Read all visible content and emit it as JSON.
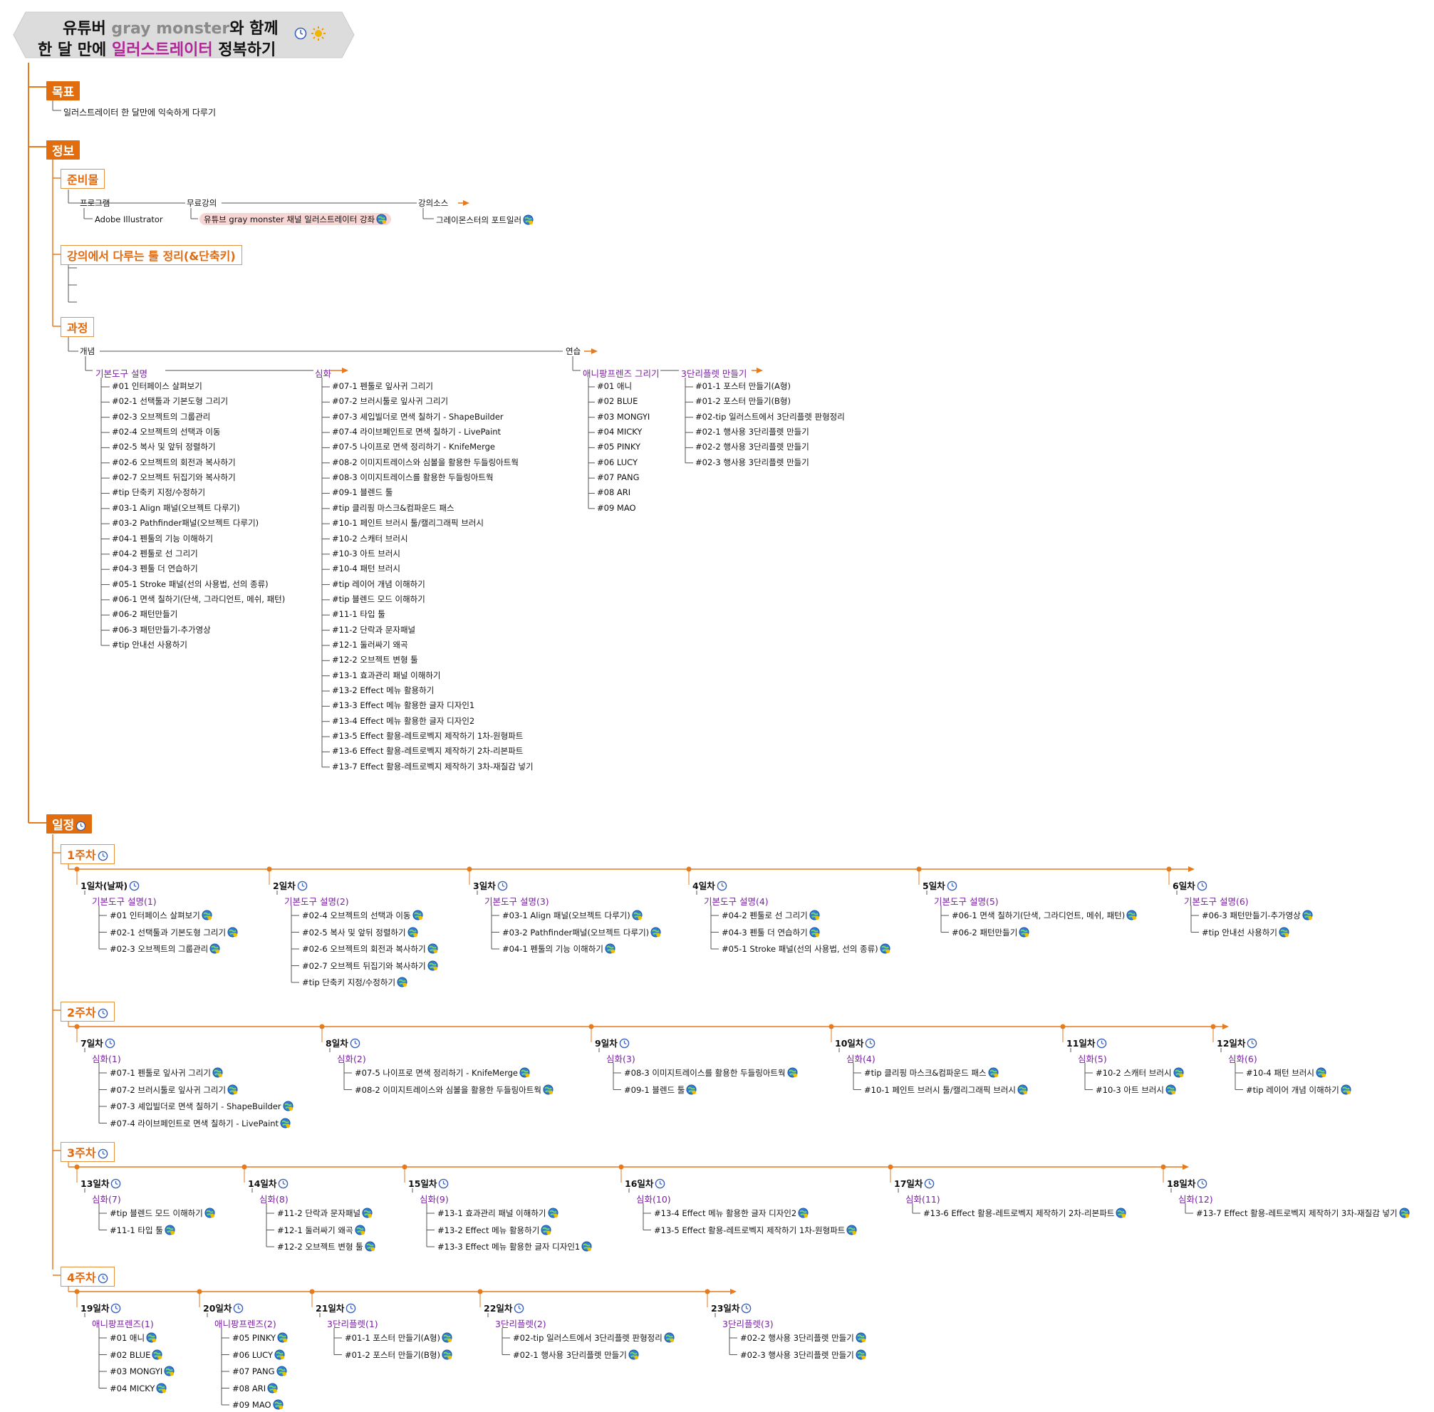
{
  "title": {
    "line1_a": "유튜버 ",
    "line1_b": "gray monster",
    "line1_c": "와 함께",
    "line2_a": "한 달 만에 ",
    "line2_b": "일러스트레이터",
    "line2_c": " 정복하기"
  },
  "goal": {
    "label": "목표",
    "text": "일러스트레이터 한 달만에 익숙하게 다루기"
  },
  "info": {
    "label": "정보",
    "prep": {
      "label": "준비물",
      "program": "프로그램",
      "program_value": "Adobe Illustrator",
      "free_lecture": "무료강의",
      "lecture_value": "유튜브 gray monster 채널 일러스트레이터 강좌",
      "source": "강의소스",
      "source_value": "그레이몬스터의 포트일러"
    },
    "tools": {
      "label": "강의에서 다루는 툴 정리(&단축키)"
    },
    "course": {
      "label": "과정",
      "concept": "개념",
      "practice": "연습",
      "basic": {
        "label": "기본도구 설명",
        "items": [
          "#01 인터페이스 살펴보기",
          "#02-1 선택툴과 기본도형 그리기",
          "#02-3 오브젝트의 그룹관리",
          "#02-4 오브젝트의 선택과 이동",
          "#02-5 복사 및 앞뒤 정렬하기",
          "#02-6 오브젝트의 회전과 복사하기",
          "#02-7 오브젝트 뒤집기와 복사하기",
          "#tip 단축키 지정/수정하기",
          "#03-1 Align 패널(오브젝트 다루기)",
          "#03-2 Pathfinder패널(오브젝트 다루기)",
          "#04-1 펜툴의 기능 이해하기",
          "#04-2 펜툴로 선 그리기",
          "#04-3 펜툴 더 연습하기",
          "#05-1 Stroke 패널(선의 사용법, 선의 종류)",
          "#06-1 면색 칠하기(단색, 그라디언트, 메쉬, 패턴)",
          "#06-2 패턴만들기",
          "#06-3 패턴만들기-추가영상",
          "#tip 안내선 사용하기"
        ]
      },
      "advanced": {
        "label": "심화",
        "items": [
          "#07-1 펜툴로 잎사귀 그리기",
          "#07-2 브러시툴로 잎사귀 그리기",
          "#07-3 셰입빌더로 면색 칠하기 - ShapeBuilder",
          "#07-4 라이브페인트로 면색 칠하기 - LivePaint",
          "#07-5 나이프로 면색 정리하기 - KnifeMerge",
          "#08-2 이미지트레이스와 심볼을 활용한 두들링아트웍",
          "#08-3 이미지트레이스를 활용한 두들링아트웍",
          "#09-1 블렌드 툴",
          "#tip 클리핑 마스크&컴파운드 패스",
          "#10-1 페인트 브러시 툴/캘리그래픽 브러시",
          "#10-2 스캐터 브러시",
          "#10-3 아트 브러시",
          "#10-4 패턴 브러시",
          "#tip 레이어 개념 이해하기",
          "#tip 블렌드 모드 이해하기",
          "#11-1 타입 툴",
          "#11-2 단락과 문자패널",
          "#12-1 둘러싸기 왜곡",
          "#12-2 오브젝트 변형 툴",
          "#13-1 효과관리 패널 이해하기",
          "#13-2 Effect 메뉴 활용하기",
          "#13-3 Effect 메뉴 활용한 글자 디자인1",
          "#13-4 Effect 메뉴 활용한 글자 디자인2",
          "#13-5 Effect 활용-레트로벡지 제작하기 1차-원형파트",
          "#13-6 Effect 활용-레트로벡지 제작하기 2차-리본파트",
          "#13-7 Effect 활용-레트로벡지 제작하기 3차-재질감 넣기"
        ]
      },
      "animal": {
        "label": "애니팡프렌즈 그리기",
        "items": [
          "#01 애니",
          "#02 BLUE",
          "#03 MONGYI",
          "#04 MICKY",
          "#05 PINKY",
          "#06 LUCY",
          "#07 PANG",
          "#08 ARI",
          "#09 MAO"
        ]
      },
      "palette": {
        "label": "3단리플렛 만들기",
        "items": [
          "#01-1 포스터 만들기(A형)",
          "#01-2 포스터 만들기(B형)",
          "#02-tip 일러스트에서 3단리플렛 판형정리",
          "#02-1 행사용 3단리플렛 만들기",
          "#02-2 행사용 3단리플렛 만들기",
          "#02-3 행사용 3단리플렛 만들기"
        ]
      }
    }
  },
  "schedule": {
    "label": "일정",
    "weeks": [
      {
        "label": "1주차",
        "days": [
          {
            "day": "1일차(날짜)",
            "cat": "기본도구 설명(1)",
            "items": [
              "#01 인터페이스 살펴보기",
              "#02-1 선택툴과 기본도형 그리기",
              "#02-3 오브젝트의 그룹관리"
            ]
          },
          {
            "day": "2일차",
            "cat": "기본도구 설명(2)",
            "items": [
              "#02-4 오브젝트의 선택과 이동",
              "#02-5 복사 및 앞뒤 정렬하기",
              "#02-6 오브젝트의 회전과 복사하기",
              "#02-7 오브젝트 뒤집기와 복사하기",
              "#tip 단축키 지정/수정하기"
            ]
          },
          {
            "day": "3일차",
            "cat": "기본도구 설명(3)",
            "items": [
              "#03-1 Align 패널(오브젝트 다루기)",
              "#03-2 Pathfinder패널(오브젝트 다루기)",
              "#04-1 펜툴의 기능 이해하기"
            ]
          },
          {
            "day": "4일차",
            "cat": "기본도구 설명(4)",
            "items": [
              "#04-2 펜툴로 선 그리기",
              "#04-3 펜툴 더 연습하기",
              "#05-1 Stroke 패널(선의 사용법, 선의 종류)"
            ]
          },
          {
            "day": "5일차",
            "cat": "기본도구 설명(5)",
            "items": [
              "#06-1 면색 칠하기(단색, 그라디언트, 메쉬, 패턴)",
              "#06-2 패턴만들기"
            ]
          },
          {
            "day": "6일차",
            "cat": "기본도구 설명(6)",
            "items": [
              "#06-3 패턴만들기-추가영상",
              "#tip 안내선 사용하기"
            ]
          }
        ]
      },
      {
        "label": "2주차",
        "days": [
          {
            "day": "7일차",
            "cat": "심화(1)",
            "items": [
              "#07-1 펜툴로 잎사귀 그리기",
              "#07-2 브러시툴로 잎사귀 그리기",
              "#07-3 셰입빌더로 면색 칠하기 - ShapeBuilder",
              "#07-4 라이브페인트로 면색 칠하기 - LivePaint"
            ]
          },
          {
            "day": "8일차",
            "cat": "심화(2)",
            "items": [
              "#07-5 나이프로 면색 정리하기 - KnifeMerge",
              "#08-2 이미지트레이스와 심볼을 활용한 두들링아트웍"
            ]
          },
          {
            "day": "9일차",
            "cat": "심화(3)",
            "items": [
              "#08-3 이미지트레이스를 활용한 두들링아트웍",
              "#09-1 블렌드 툴"
            ]
          },
          {
            "day": "10일차",
            "cat": "심화(4)",
            "items": [
              "#tip 클리핑 마스크&컴파운드 패스",
              "#10-1 페인트 브러시 툴/캘리그래픽 브러시"
            ]
          },
          {
            "day": "11일차",
            "cat": "심화(5)",
            "items": [
              "#10-2 스캐터 브러시",
              "#10-3 아트 브러시"
            ]
          },
          {
            "day": "12일차",
            "cat": "심화(6)",
            "items": [
              "#10-4 패턴 브러시",
              "#tip 레이어 개념 이해하기"
            ]
          }
        ]
      },
      {
        "label": "3주차",
        "days": [
          {
            "day": "13일차",
            "cat": "심화(7)",
            "items": [
              "#tip 블렌드 모드 이해하기",
              "#11-1 타입 툴"
            ]
          },
          {
            "day": "14일차",
            "cat": "심화(8)",
            "items": [
              "#11-2 단락과 문자패널",
              "#12-1 둘러싸기 왜곡",
              "#12-2 오브젝트 변형 툴"
            ]
          },
          {
            "day": "15일차",
            "cat": "심화(9)",
            "items": [
              "#13-1 효과관리 패널 이해하기",
              "#13-2 Effect 메뉴 활용하기",
              "#13-3 Effect 메뉴 활용한 글자 디자인1"
            ]
          },
          {
            "day": "16일차",
            "cat": "심화(10)",
            "items": [
              "#13-4 Effect 메뉴 활용한 글자 디자인2",
              "#13-5 Effect 활용-레트로벡지 제작하기 1차-원형파트"
            ]
          },
          {
            "day": "17일차",
            "cat": "심화(11)",
            "items": [
              "#13-6 Effect 활용-레트로벡지 제작하기 2차-리본파트"
            ]
          },
          {
            "day": "18일차",
            "cat": "심화(12)",
            "items": [
              "#13-7 Effect 활용-레트로벡지 제작하기 3차-재질감 넣기"
            ]
          }
        ]
      },
      {
        "label": "4주차",
        "days": [
          {
            "day": "19일차",
            "cat": "애니팡프렌즈(1)",
            "items": [
              "#01 애니",
              "#02 BLUE",
              "#03 MONGYI",
              "#04 MICKY"
            ]
          },
          {
            "day": "20일차",
            "cat": "애니팡프렌즈(2)",
            "items": [
              "#05 PINKY",
              "#06 LUCY",
              "#07 PANG",
              "#08 ARI",
              "#09 MAO"
            ]
          },
          {
            "day": "21일차",
            "cat": "3단리플렛(1)",
            "items": [
              "#01-1 포스터 만들기(A형)",
              "#01-2 포스터 만들기(B형)"
            ]
          },
          {
            "day": "22일차",
            "cat": "3단리플렛(2)",
            "items": [
              "#02-tip 일러스트에서 3단리플렛 판형정리",
              "#02-1 행사용 3단리플렛 만들기"
            ]
          },
          {
            "day": "23일차",
            "cat": "3단리플렛(3)",
            "items": [
              "#02-2 행사용 3단리플렛 만들기",
              "#02-3 행사용 3단리플렛 만들기"
            ]
          }
        ]
      }
    ]
  },
  "colors": {
    "branch": "#e57b1e",
    "section": "#e26d0e",
    "category": "#7a1fa2",
    "link_pill": "#f6d5d2"
  },
  "icons": {
    "clock": "clock-icon",
    "sun": "sun-icon",
    "link": "globe-link-icon",
    "arrow": "arrow-right-icon"
  }
}
